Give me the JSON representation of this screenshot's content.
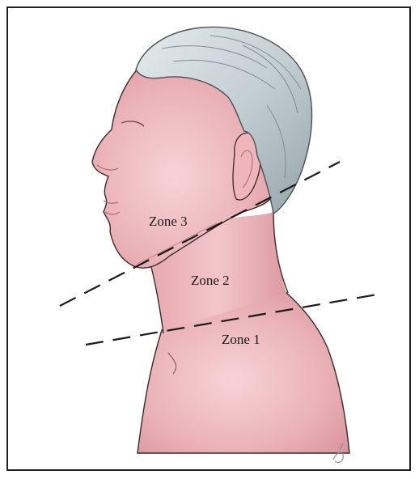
{
  "diagram": {
    "labels": {
      "zone3": "Zone 3",
      "zone2": "Zone 2",
      "zone1": "Zone 1"
    },
    "colors": {
      "frame": "#222222",
      "skin": "#f0c0c4",
      "skin_shadow": "#d8949c",
      "hair": "#c9d3d6",
      "hair_shadow": "#8f9ea3",
      "outline": "#3a2a2a",
      "dash": "#1a1a1a"
    }
  }
}
